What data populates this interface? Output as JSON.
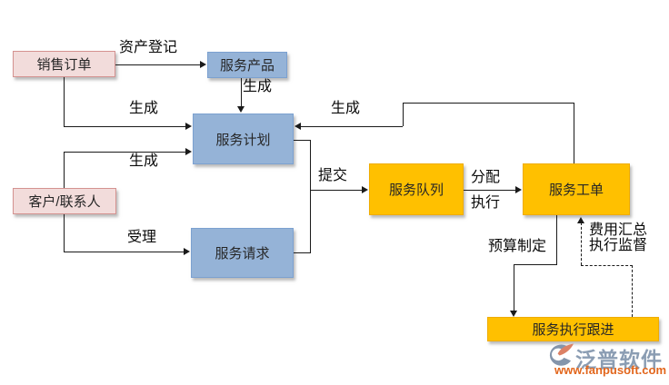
{
  "diagram": {
    "nodes": {
      "sales_order": {
        "label": "销售订单"
      },
      "service_product": {
        "label": "服务产品"
      },
      "service_plan": {
        "label": "服务计划"
      },
      "customer_contact": {
        "label": "客户/联系人"
      },
      "service_request": {
        "label": "服务请求"
      },
      "service_queue": {
        "label": "服务队列"
      },
      "service_workorder": {
        "label": "服务工单"
      },
      "service_followup": {
        "label": "服务执行跟进"
      }
    },
    "edge_labels": {
      "asset_register": "资产登记",
      "generate_from_product": "生成",
      "generate_from_sales": "生成",
      "generate_from_customer": "生成",
      "generate_from_workorder": "生成",
      "submit": "提交",
      "accept": "受理",
      "assign": "分配",
      "execute": "执行",
      "budget_making": "预算制定",
      "cost_summary": "费用汇总",
      "execution_supervision": "执行监督"
    },
    "colors": {
      "pink_fill": "#F2DCDB",
      "pink_border": "#D49290",
      "blue_fill": "#95B3D7",
      "blue_border": "#7CA1D0",
      "orange_fill": "#FFC000",
      "orange_border": "#EFAC00",
      "line": "#1A1A1A",
      "brand_text": "#8B9DB3",
      "brand_url": "#E2661C"
    }
  },
  "watermark": {
    "brand": "泛普软件",
    "url": "www.fanpusoft.com"
  }
}
